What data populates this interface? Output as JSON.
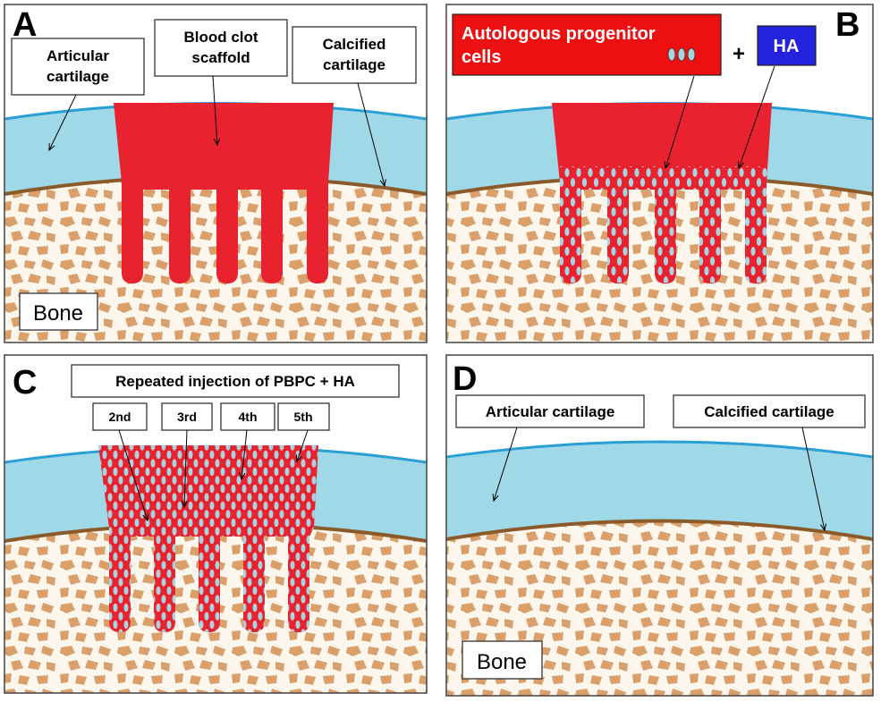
{
  "panels": {
    "a": {
      "letter": "A",
      "labels": {
        "articular_l1": "Articular",
        "articular_l2": "cartilage",
        "clot_l1": "Blood clot",
        "clot_l2": "scaffold",
        "calcified_l1": "Calcified",
        "calcified_l2": "cartilage",
        "bone": "Bone"
      }
    },
    "b": {
      "letter": "B",
      "labels": {
        "progenitor_l1": "Autologous progenitor",
        "progenitor_l2": "cells",
        "plus": "+",
        "ha": "HA"
      }
    },
    "c": {
      "letter": "C",
      "labels": {
        "repeated": "Repeated injection of PBPC + HA",
        "inj2": "2nd",
        "inj3": "3rd",
        "inj4": "4th",
        "inj5": "5th"
      }
    },
    "d": {
      "letter": "D",
      "labels": {
        "articular": "Articular cartilage",
        "calcified": "Calcified cartilage",
        "bone": "Bone"
      }
    }
  },
  "colors": {
    "cartilage": "#9fd9e8",
    "cartilage_edge": "#2a9fd6",
    "calcified_line": "#8b5a2b",
    "bone_bg": "#fdf6ec",
    "bone_chip": "#d9a06b",
    "clot": "#e8222f",
    "cell": "#a8d4e0",
    "label_red": "#ee1010",
    "label_blue": "#2323dd"
  }
}
